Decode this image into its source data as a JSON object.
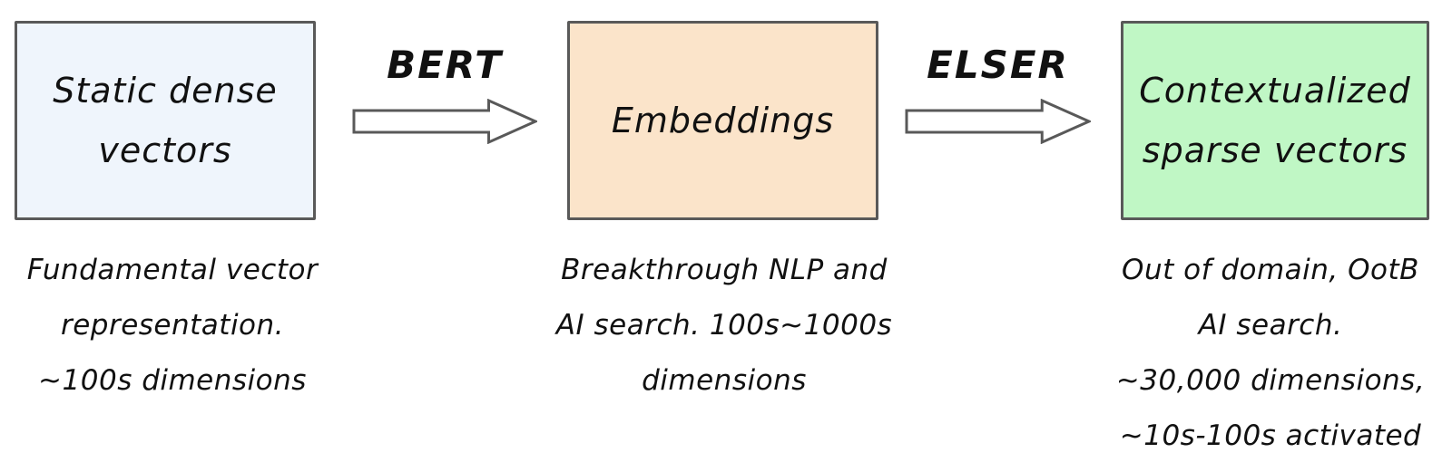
{
  "diagram": {
    "background": "#ffffff",
    "border_color": "#595959",
    "text_color": "#111111",
    "arrow_fill": "#ffffff",
    "stages": [
      {
        "name": "static-dense-vectors",
        "box_fill": "#eff5fc",
        "label_lines": [
          "Static dense",
          "vectors"
        ],
        "caption_lines": [
          "Fundamental vector",
          "representation.",
          "~100s dimensions"
        ]
      },
      {
        "name": "embeddings",
        "box_fill": "#fbe4ca",
        "label_lines": [
          "Embeddings"
        ],
        "caption_lines": [
          "Breakthrough NLP and",
          "AI search. 100s~1000s",
          "dimensions"
        ]
      },
      {
        "name": "contextualized-sparse-vectors",
        "box_fill": "#c0f7c5",
        "label_lines": [
          "Contextualized",
          "sparse vectors"
        ],
        "caption_lines": [
          "Out of domain, OotB",
          "AI search.",
          "~30,000 dimensions,",
          "~10s-100s activated"
        ]
      }
    ],
    "arrows": [
      {
        "label": "BERT"
      },
      {
        "label": "ELSER"
      }
    ]
  }
}
